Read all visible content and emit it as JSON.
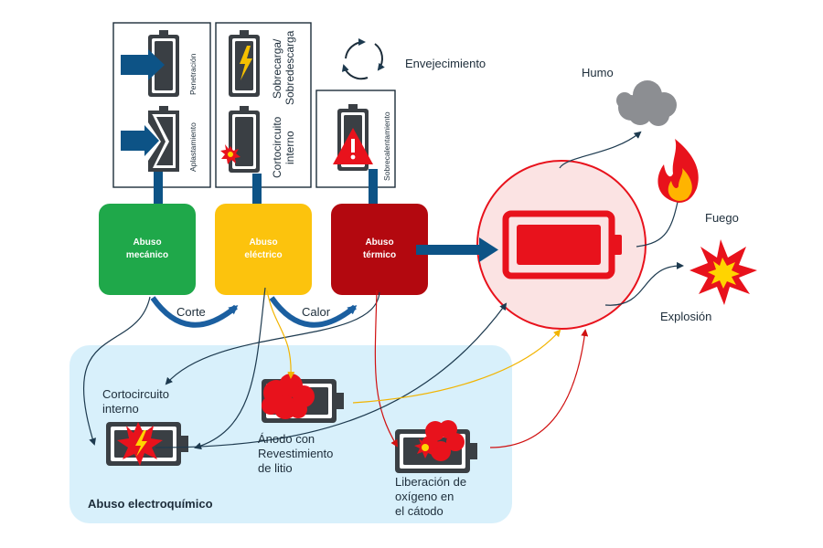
{
  "mechanical": {
    "penetration": "Penetración",
    "crush": "Aplastamiento"
  },
  "electrical": {
    "overcharge_1": "Sobrecarga/",
    "overcharge_2": "Sobredescarga",
    "short_1": "Cortocircuito",
    "short_2": "interno"
  },
  "thermal": {
    "overheat": "Sobrecalentamiento"
  },
  "aging": "Envejecimiento",
  "abuse": {
    "mechanical_1": "Abuso",
    "mechanical_2": "mecánico",
    "electrical_1": "Abuso",
    "electrical_2": "eléctrico",
    "thermal_1": "Abuso",
    "thermal_2": "térmico"
  },
  "links": {
    "cut": "Corte",
    "heat": "Calor"
  },
  "outcomes": {
    "smoke": "Humo",
    "fire": "Fuego",
    "explosion": "Explosión"
  },
  "electrochem": {
    "title": "Abuso electroquímico",
    "short_1": "Cortocircuito",
    "short_2": "interno",
    "anode_1": "Ánodo con",
    "anode_2": "Revestimiento",
    "anode_3": "de litio",
    "oxygen_1": "Liberación de",
    "oxygen_2": "oxígeno en",
    "oxygen_3": "el cátodo"
  },
  "colors": {
    "mechanical": "#1fa84a",
    "electrical": "#fcc30d",
    "thermal": "#b3080f",
    "arrow": "#0d5386",
    "panel": "#d8f0fb",
    "circle": "#fbe3e3",
    "red": "#e8121c"
  }
}
